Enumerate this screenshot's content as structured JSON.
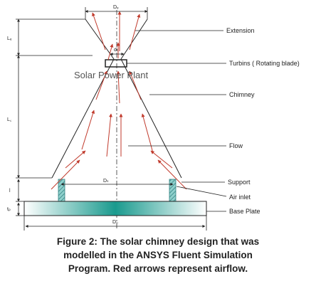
{
  "diagram": {
    "title": "Solar Power Plant",
    "labels": {
      "extension": "Extension",
      "turbins": "Turbins ( Rotating blade)",
      "chimney": "Chimney",
      "flow": "Flow",
      "support": "Support",
      "air_inlet": "Air inlet",
      "base_plate": "Base Plate"
    },
    "dimensions": {
      "top_width": "Dₑ",
      "throat_width": "dₜ",
      "extension_height": "Lₑ",
      "chimney_height": "L꜀",
      "inlet_height": "l",
      "support_width": "Dₛ",
      "plate_thickness": "tₚ",
      "base_width": "D₀"
    },
    "colors": {
      "arrow": "#c0392b",
      "outline": "#222222",
      "plate_center": "#1a9a8e",
      "support_fill": "#2f9f9f"
    }
  },
  "caption": {
    "line1": "Figure 2: The solar chimney design that was",
    "line2": "modelled in the ANSYS Fluent Simulation",
    "line3": "Program. Red arrows represent airflow."
  }
}
